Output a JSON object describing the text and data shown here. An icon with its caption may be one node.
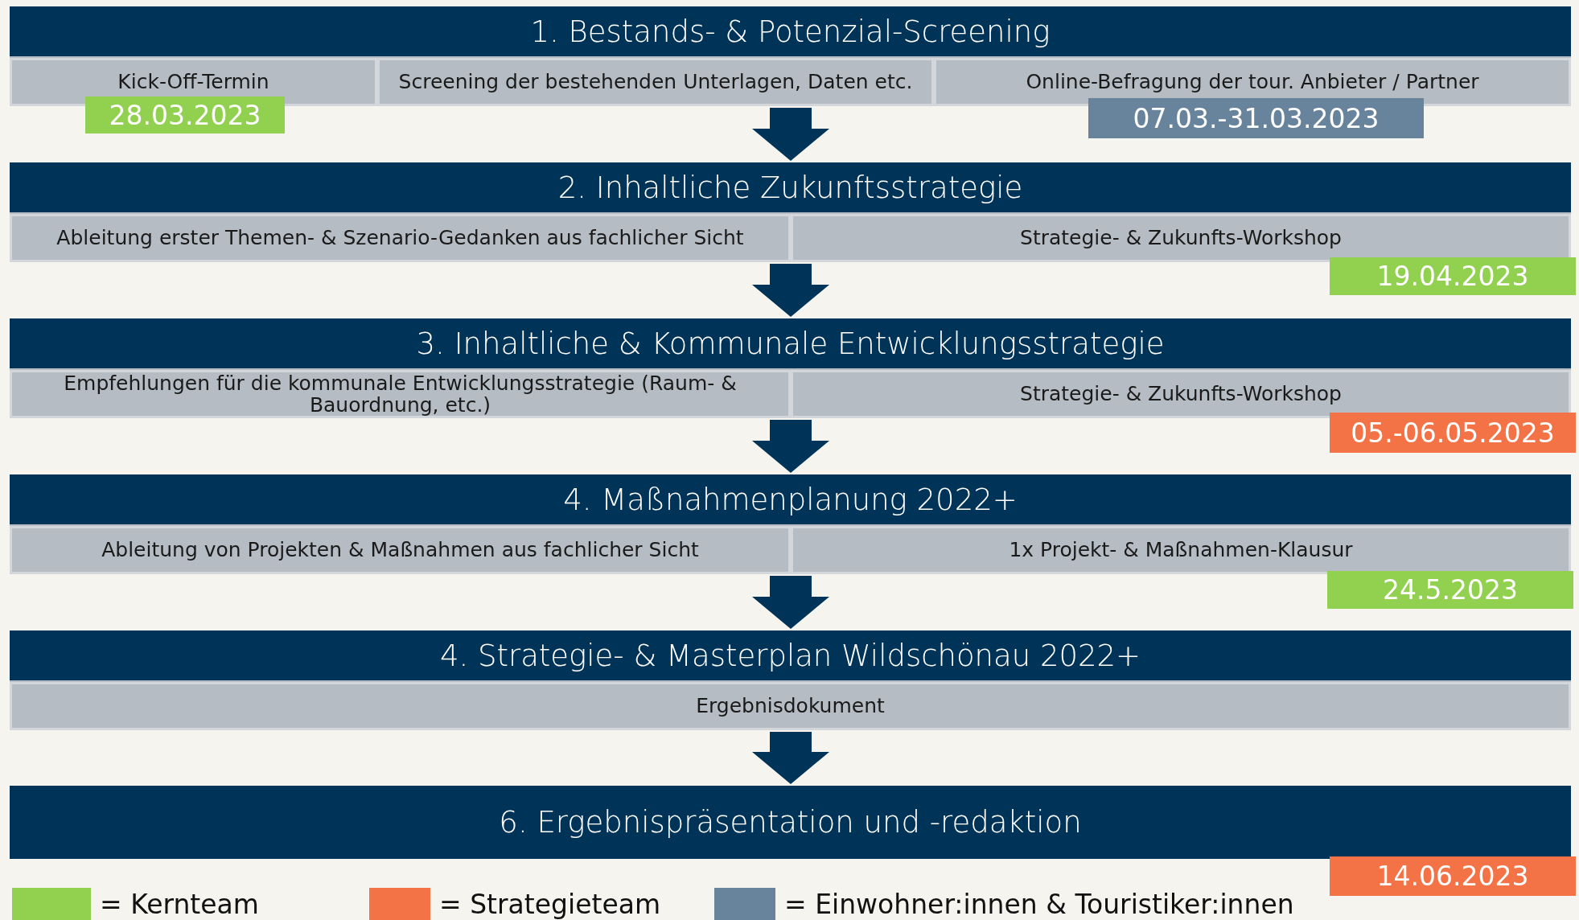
{
  "diagram": {
    "nodes": [
      {
        "text": [
          "1. Bestands- & Potenzial-Screening"
        ]
      },
      {
        "text": [
          "Kick-Off-Termin"
        ],
        "in": 0
      },
      {
        "text": [
          "Screening der bestehenden Unterlagen, Daten etc."
        ],
        "in": 0
      },
      {
        "text": [
          "Online-Befragung der tour. Anbieter / Partner"
        ],
        "in": 0
      },
      {
        "text": [
          "28.03.2023"
        ]
      },
      {
        "text": [
          "07.03.-31.03.2023"
        ]
      },
      {
        "text": [
          "2. Inhaltliche Zukunftsstrategie"
        ]
      },
      {
        "text": [
          "Ableitung erster Themen- & Szenario-Gedanken aus fachlicher Sicht"
        ],
        "in": 6
      },
      {
        "text": [
          "Strategie- & Zukunfts-Workshop"
        ],
        "in": 6
      },
      {
        "text": [
          "19.04.2023"
        ]
      },
      {
        "text": [
          "3. Inhaltliche & Kommunale Entwicklungsstrategie"
        ]
      },
      {
        "text": [
          "Empfehlungen für die kommunale Entwicklungsstrategie (Raum- & Bauordnung, etc.)"
        ],
        "in": 10
      },
      {
        "text": [
          "Strategie- & Zukunfts-Workshop"
        ],
        "in": 10
      },
      {
        "text": [
          "05.-06.05.2023"
        ]
      },
      {
        "text": [
          "4. Maßnahmenplanung 2022+"
        ]
      },
      {
        "text": [
          "Ableitung von Projekten & Maßnahmen aus fachlicher Sicht"
        ],
        "in": 14
      },
      {
        "text": [
          "1x Projekt- & Maßnahmen-Klausur"
        ],
        "in": 14
      },
      {
        "text": [
          "24.5.2023"
        ]
      },
      {
        "text": [
          "4. Strategie- & Masterplan Wildschönau 2022+"
        ]
      },
      {
        "text": [
          "Ergebnisdokument"
        ],
        "in": 18
      },
      {
        "text": [
          "6. Ergebnispräsentation und -redaktion"
        ]
      },
      {
        "text": [
          "14.06.2023"
        ]
      }
    ],
    "edges": [
      {
        "from": 0,
        "to": 6,
        "arrow": "to"
      },
      {
        "from": 6,
        "to": 10,
        "arrow": "to"
      },
      {
        "from": 10,
        "to": 14,
        "arrow": "to"
      },
      {
        "from": 14,
        "to": 18,
        "arrow": "to"
      },
      {
        "from": 18,
        "to": 20,
        "arrow": "to"
      }
    ],
    "legend": [
      {
        "text": "= Kernteam",
        "color": "#92d050"
      },
      {
        "text": "= Strategieteam",
        "color": "#f47346"
      },
      {
        "text": "= Einwohner:innen & Touristiker:innen",
        "color": "#67849c"
      }
    ]
  }
}
